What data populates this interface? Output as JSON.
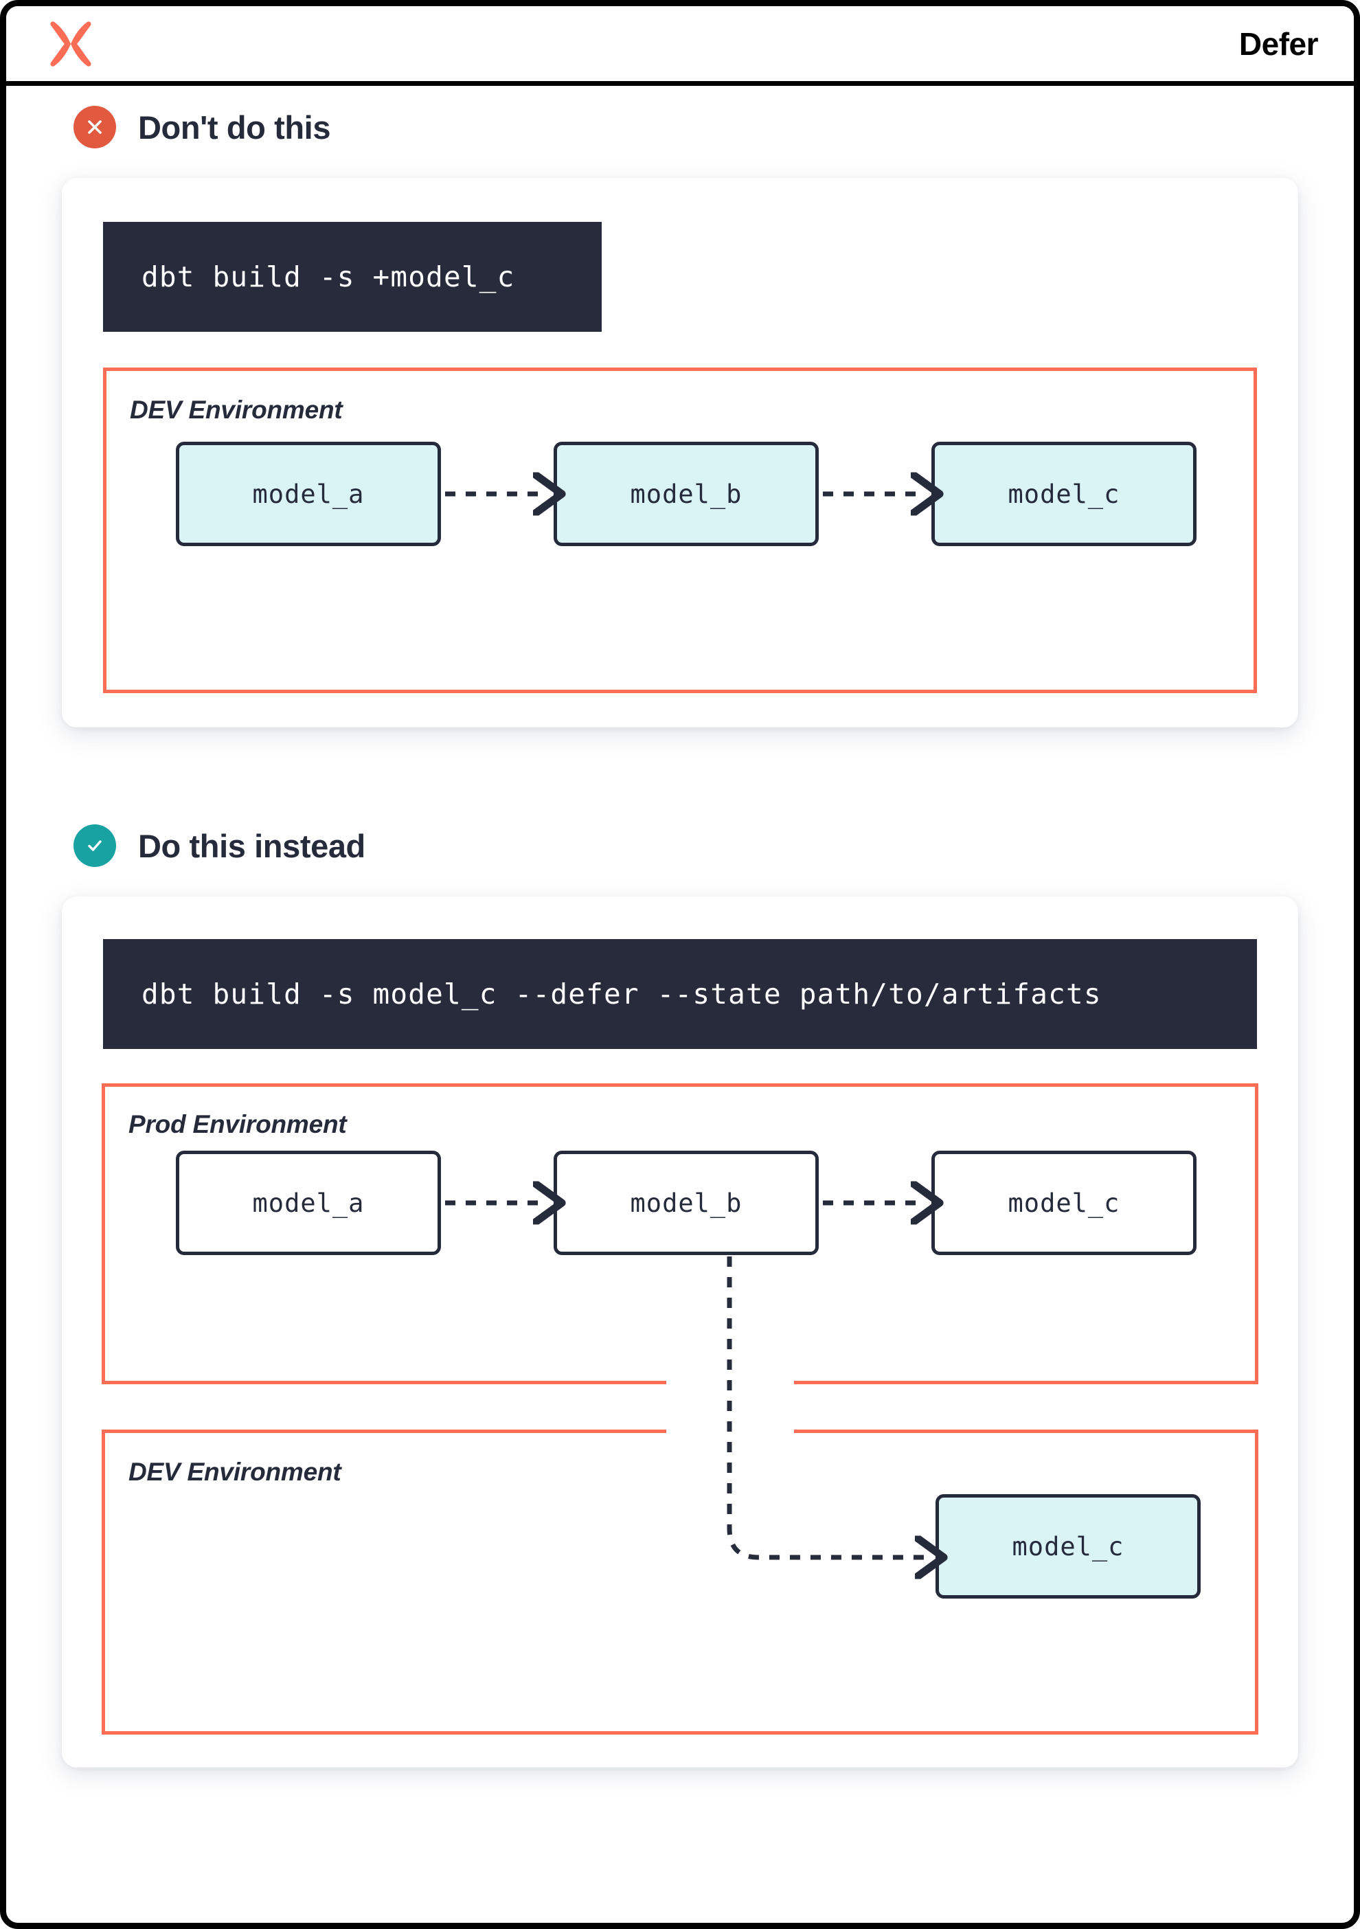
{
  "header": {
    "logo_icon": "dbt-logo-icon",
    "title": "Defer"
  },
  "sections": [
    {
      "id": "dont",
      "badge_icon": "x-circle-icon",
      "badge_color": "#e1593f",
      "title": "Don't do this",
      "command": "dbt build -s +model_c",
      "environments": [
        {
          "label": "DEV Environment",
          "border_color": "#fc6d56",
          "nodes": [
            {
              "label": "model_a",
              "style": "dev"
            },
            {
              "label": "model_b",
              "style": "dev"
            },
            {
              "label": "model_c",
              "style": "dev"
            }
          ]
        }
      ]
    },
    {
      "id": "do",
      "badge_icon": "check-circle-icon",
      "badge_color": "#18a2a2",
      "title": "Do this instead",
      "command": "dbt build -s model_c --defer --state path/to/artifacts",
      "environments": [
        {
          "label": "Prod Environment",
          "border_color": "#fc6d56",
          "nodes": [
            {
              "label": "model_a",
              "style": "prod"
            },
            {
              "label": "model_b",
              "style": "prod"
            },
            {
              "label": "model_c",
              "style": "prod"
            }
          ]
        },
        {
          "label": "DEV Environment",
          "border_color": "#fc6d56",
          "nodes": [
            {
              "label": "model_c",
              "style": "dev"
            }
          ]
        }
      ]
    }
  ],
  "colors": {
    "accent_orange": "#fc6d56",
    "dark_navy": "#262b3c",
    "code_bg": "#272b3b",
    "node_dev_fill": "#daf3f4",
    "node_prod_fill": "#ffffff",
    "badge_bad": "#e1593f",
    "badge_good": "#18a2a2"
  }
}
